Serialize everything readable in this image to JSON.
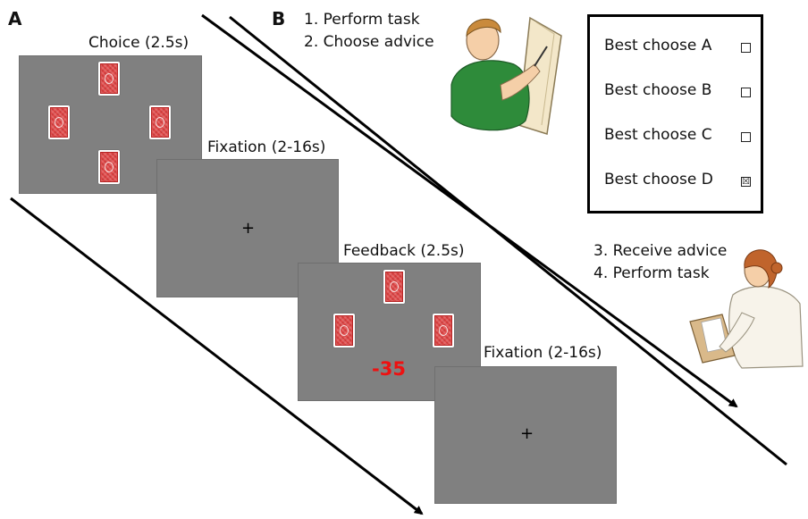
{
  "panel_a": {
    "letter": "A",
    "screens": [
      {
        "label": "Choice (2.5s)"
      },
      {
        "label": "Fixation (2-16s)",
        "symbol": "+"
      },
      {
        "label": "Feedback (2.5s)",
        "value": "-35"
      },
      {
        "label": "Fixation (2-16s)",
        "symbol": "+"
      }
    ]
  },
  "panel_b": {
    "letter": "B",
    "steps_top": [
      "1. Perform task",
      "2. Choose advice"
    ],
    "steps_bottom": [
      "3. Receive advice",
      "4. Perform task"
    ],
    "advice_options": [
      {
        "label": "Best choose A",
        "mark": ""
      },
      {
        "label": "Best choose B",
        "mark": ""
      },
      {
        "label": "Best choose C",
        "mark": ""
      },
      {
        "label": "Best choose D",
        "mark": "☒"
      }
    ]
  },
  "colors": {
    "screen_gray": "#808080",
    "card_red": "#e04848",
    "feedback_red": "#ee1111",
    "shirt_green": "#2e8b3a",
    "skin": "#f5cfa8"
  }
}
